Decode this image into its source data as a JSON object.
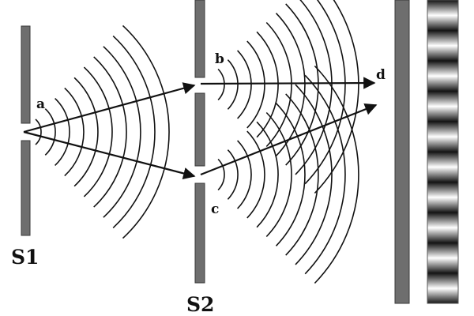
{
  "labels": {
    "point_a": "a",
    "point_b": "b",
    "point_c": "c",
    "point_d": "d",
    "screen_s1": "S1",
    "screen_s2": "S2"
  },
  "colors": {
    "barrier": "#6e6e6e",
    "barrier_edge": "#3a3a3a",
    "ink": "#111111",
    "fringe_dark": "#111111",
    "fringe_light": "#ffffff"
  },
  "fringe_count": 10,
  "description_elements": [
    "slit-barrier-s1",
    "slit-barrier-s2",
    "detection-screen",
    "interference-pattern"
  ]
}
